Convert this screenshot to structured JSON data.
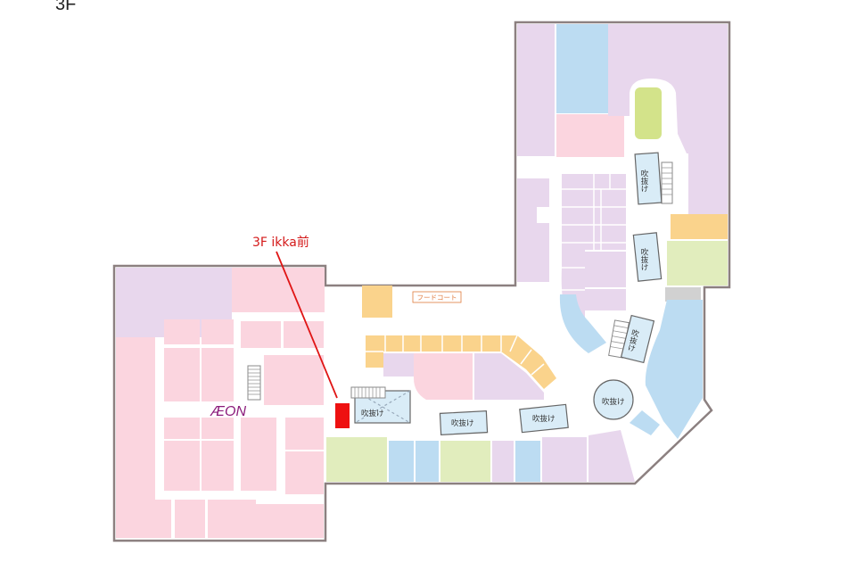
{
  "floor": "3F",
  "callout": {
    "text": "3F ikka前"
  },
  "anchor_store": {
    "logo_text": "ÆON"
  },
  "food_court": {
    "label": "フードコート"
  },
  "atrium_label": "吹抜け",
  "colors": {
    "pink": "#fbd5df",
    "purple": "#e8d7ed",
    "blue": "#bcdcf2",
    "green": "#e1edbd",
    "lime": "#d3e38a",
    "orange": "#fad38c",
    "gray": "#d1d1d1",
    "corridor": "#ffffff",
    "outline": "#8c8080",
    "highlight": "#ee1111",
    "aeon_purple": "#8b1b7b"
  }
}
